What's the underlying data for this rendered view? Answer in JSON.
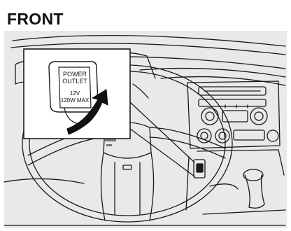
{
  "heading": "FRONT",
  "outlet": {
    "line1": "POWER",
    "line2": "OUTLET",
    "line3": "12V",
    "line4": "120W MAX"
  },
  "colors": {
    "panel_bg": "#e9e9e9",
    "line": "#1a1a1a",
    "arrow": "#111111"
  }
}
